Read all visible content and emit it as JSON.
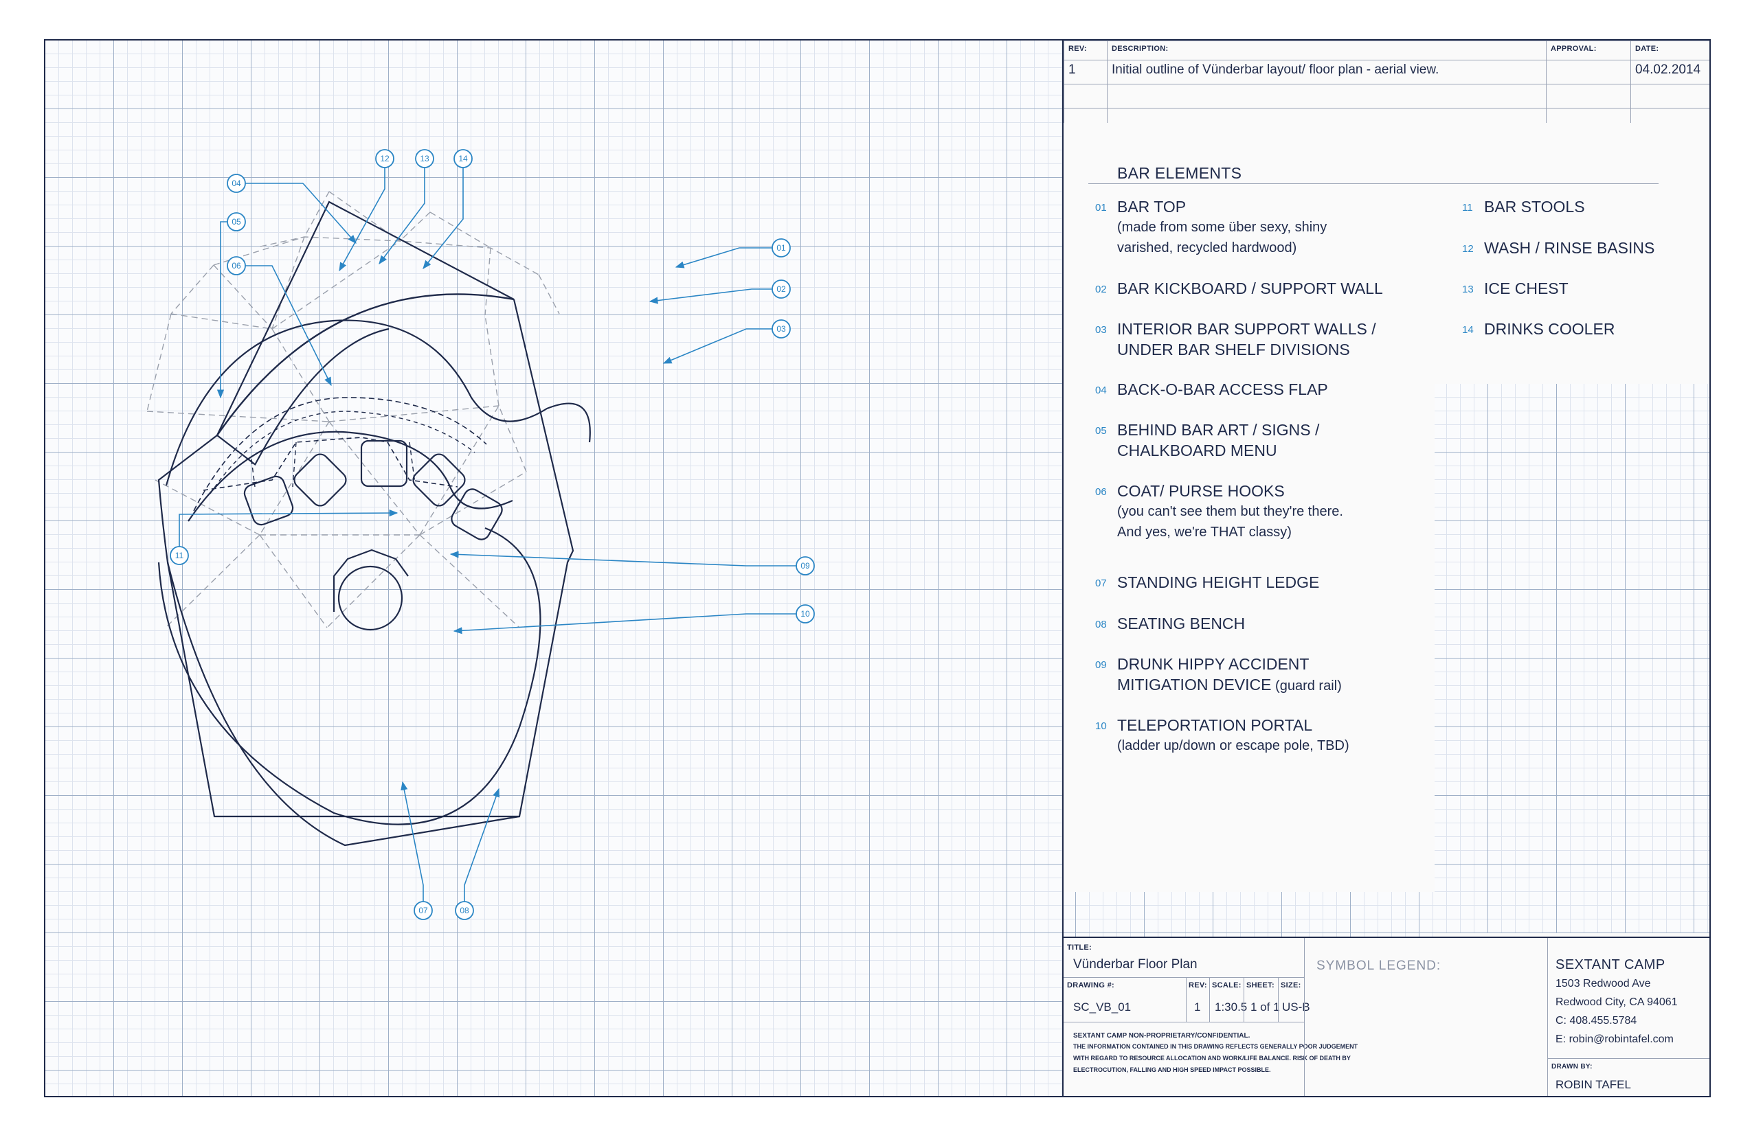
{
  "revision_block": {
    "headers": {
      "rev": "REV:",
      "description": "DESCRIPTION:",
      "approval": "APPROVAL:",
      "date": "DATE:"
    },
    "rows": [
      {
        "rev": "1",
        "description": "Initial outline of Vünderbar layout/ floor plan - aerial view.",
        "approval": "",
        "date": "04.02.2014"
      }
    ]
  },
  "legend": {
    "title": "BAR ELEMENTS",
    "items": [
      {
        "num": "01",
        "label": "BAR TOP",
        "sub1": "(made from some über sexy, shiny",
        "sub2": "varished, recycled hardwood)"
      },
      {
        "num": "02",
        "label": "BAR KICKBOARD / SUPPORT WALL"
      },
      {
        "num": "03",
        "label": "INTERIOR BAR SUPPORT WALLS /",
        "label2": "UNDER  BAR SHELF DIVISIONS"
      },
      {
        "num": "04",
        "label": "BACK-O-BAR ACCESS FLAP"
      },
      {
        "num": "05",
        "label": "BEHIND BAR ART / SIGNS /",
        "label2": "CHALKBOARD MENU"
      },
      {
        "num": "06",
        "label": "COAT/ PURSE HOOKS",
        "sub1": "(you can't see them but they're there.",
        "sub2": "And yes, we're THAT classy)"
      },
      {
        "num": "07",
        "label": "STANDING HEIGHT LEDGE"
      },
      {
        "num": "08",
        "label": "SEATING BENCH"
      },
      {
        "num": "09",
        "label": "DRUNK HIPPY ACCIDENT",
        "label2": "MITIGATION DEVICE",
        "label2_suffix": " (guard rail)"
      },
      {
        "num": "10",
        "label": "TELEPORTATION PORTAL",
        "sub1": "(ladder up/down or escape pole, TBD)"
      },
      {
        "num": "11",
        "label": "BAR STOOLS"
      },
      {
        "num": "12",
        "label": "WASH / RINSE BASINS"
      },
      {
        "num": "13",
        "label": "ICE CHEST"
      },
      {
        "num": "14",
        "label": "DRINKS COOLER"
      }
    ]
  },
  "callouts": [
    "01",
    "02",
    "03",
    "04",
    "05",
    "06",
    "07",
    "08",
    "09",
    "10",
    "11",
    "12",
    "13",
    "14"
  ],
  "title_block": {
    "title_label": "TITLE:",
    "title": "Vünderbar Floor Plan",
    "drawing_label": "DRAWING #:",
    "drawing": "SC_VB_01",
    "rev_label": "REV:",
    "rev": "1",
    "scale_label": "SCALE:",
    "scale": "1:30.5",
    "sheet_label": "SHEET:",
    "sheet": "1 of 1",
    "size_label": "SIZE:",
    "size": "US-B",
    "confidential_title": "SEXTANT CAMP NON-PROPRIETARY/CONFIDENTIAL.",
    "confidential_1": "THE INFORMATION CONTAINED IN THIS DRAWING REFLECTS GENERALLY POOR JUDGEMENT",
    "confidential_2": "WITH REGARD TO RESOURCE ALLOCATION AND WORK/LIFE BALANCE. RISK OF DEATH BY",
    "confidential_3": "ELECTROCUTION, FALLING AND HIGH SPEED IMPACT POSSIBLE.",
    "symbol_legend": "SYMBOL LEGEND:",
    "company": "SEXTANT CAMP",
    "address1": "1503 Redwood Ave",
    "address2": "Redwood City, CA 94061",
    "phone": "C: 408.455.5784",
    "email": "E: robin@robintafel.com",
    "drawn_by_label": "DRAWN BY:",
    "drawn_by": "ROBIN TAFEL"
  },
  "colors": {
    "ink": "#1f2a4a",
    "accent": "#2b86c5",
    "dashed": "#9aa0ac"
  }
}
